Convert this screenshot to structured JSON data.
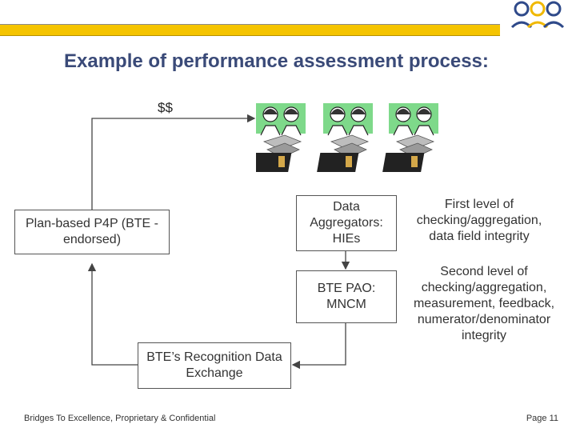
{
  "title": "Example of performance assessment process:",
  "money_label": "$$",
  "boxes": {
    "plan": "Plan-based P4P (BTE -endorsed)",
    "aggregators": "Data Aggregators: HIEs",
    "pao": "BTE PAO: MNCM",
    "recognition": "BTE’s Recognition Data Exchange"
  },
  "notes": {
    "first": "First level of checking/aggregation, data field integrity",
    "second": "Second level of checking/aggregation, measurement, feedback, numerator/denominator integrity"
  },
  "footer": {
    "left": "Bridges To Excellence, Proprietary & Confidential",
    "right": "Page 11"
  },
  "colors": {
    "accent_bar": "#f5c400",
    "title": "#3a4a78",
    "person_bg": "#7ed98a"
  },
  "icons": [
    "bte-logo-icon",
    "physician-icon",
    "laptop-icon"
  ]
}
